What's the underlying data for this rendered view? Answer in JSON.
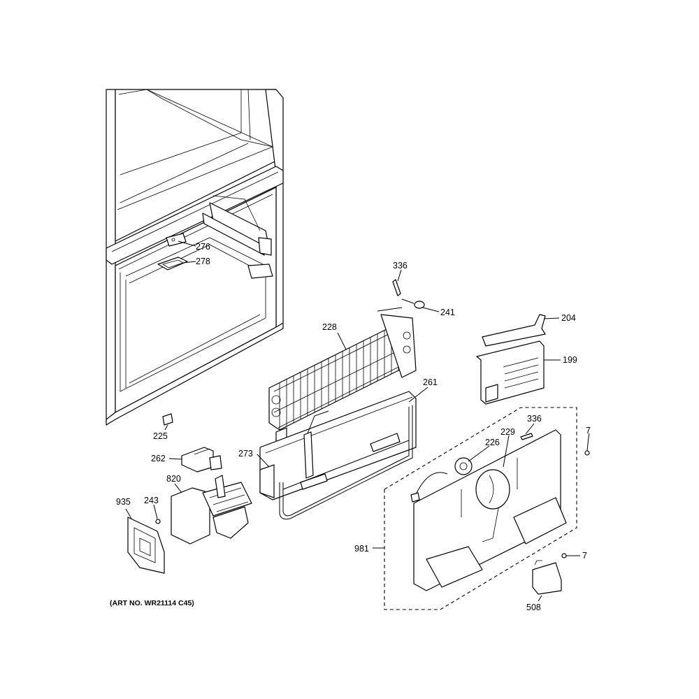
{
  "art_number": "(ART NO. WR21114 C45)",
  "callouts": {
    "c276": "276",
    "c278": "278",
    "c336a": "336",
    "c241": "241",
    "c228": "228",
    "c204": "204",
    "c199": "199",
    "c261": "261",
    "c336b": "336",
    "c229": "229",
    "c226": "226",
    "c7a": "7",
    "c225": "225",
    "c262": "262",
    "c273": "273",
    "c820": "820",
    "c935": "935",
    "c243": "243",
    "c981": "981",
    "c7b": "7",
    "c508": "508"
  }
}
